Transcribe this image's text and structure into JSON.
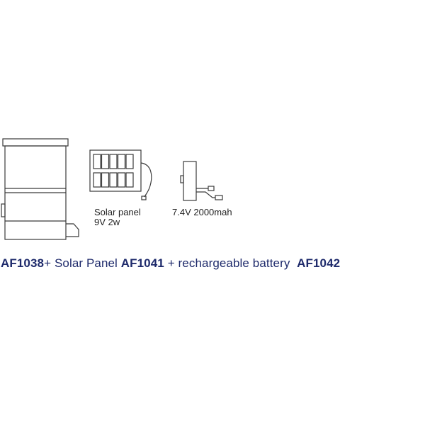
{
  "solar_panel": {
    "label_line1": "Solar panel",
    "label_line2": "9V 2w"
  },
  "battery": {
    "label": "7.4V 2000mah"
  },
  "caption": {
    "code_feeder": "AF1038",
    "plus_solar": "+ Solar Panel",
    "code_solar": "AF1041",
    "plus_battery": "+ rechargeable battery",
    "code_battery": "AF1042"
  },
  "colors": {
    "caption_text": "#1e2a6b",
    "line_art": "#3a3a3a"
  }
}
